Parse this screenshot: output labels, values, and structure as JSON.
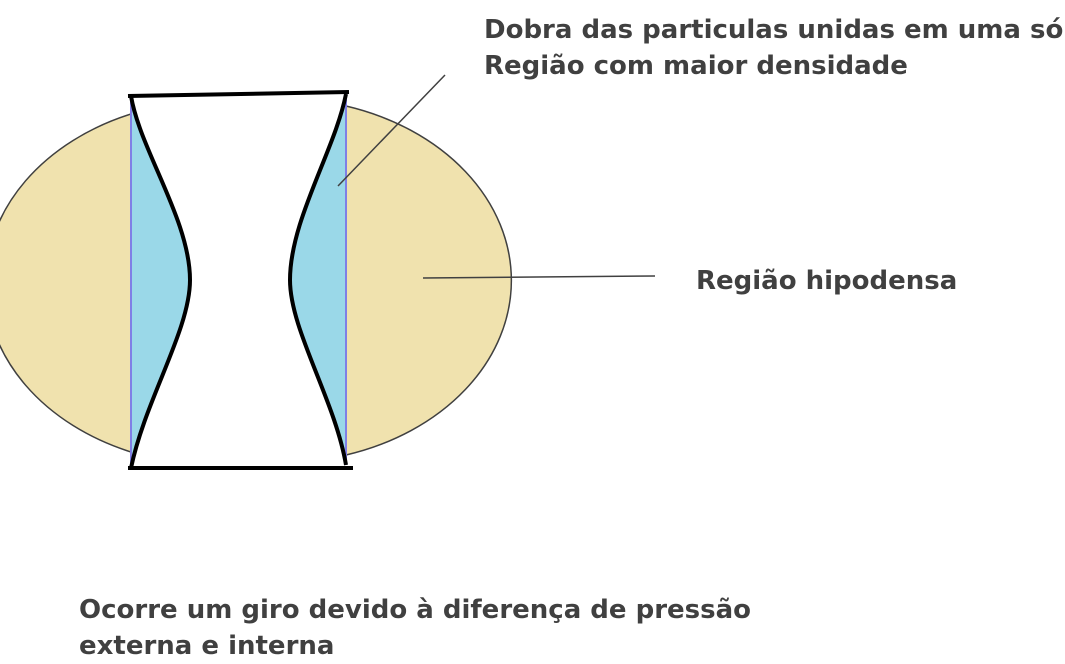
{
  "labels": {
    "dense_fold_line1": "Dobra das particulas unidas  em uma só",
    "dense_fold_line2": "Região com maior densidade",
    "hypodense": "Região hipodensa",
    "rotation_line1": "Ocorre um giro devido à diferença de pressão",
    "rotation_line2": "externa e interna"
  },
  "colors": {
    "hypodense_region": "#f0e2ae",
    "dense_region": "#9ad8e8",
    "outline": "#000000",
    "leader_line": "#404040",
    "inner_edge": "#7f7fe6",
    "text": "#404040"
  }
}
